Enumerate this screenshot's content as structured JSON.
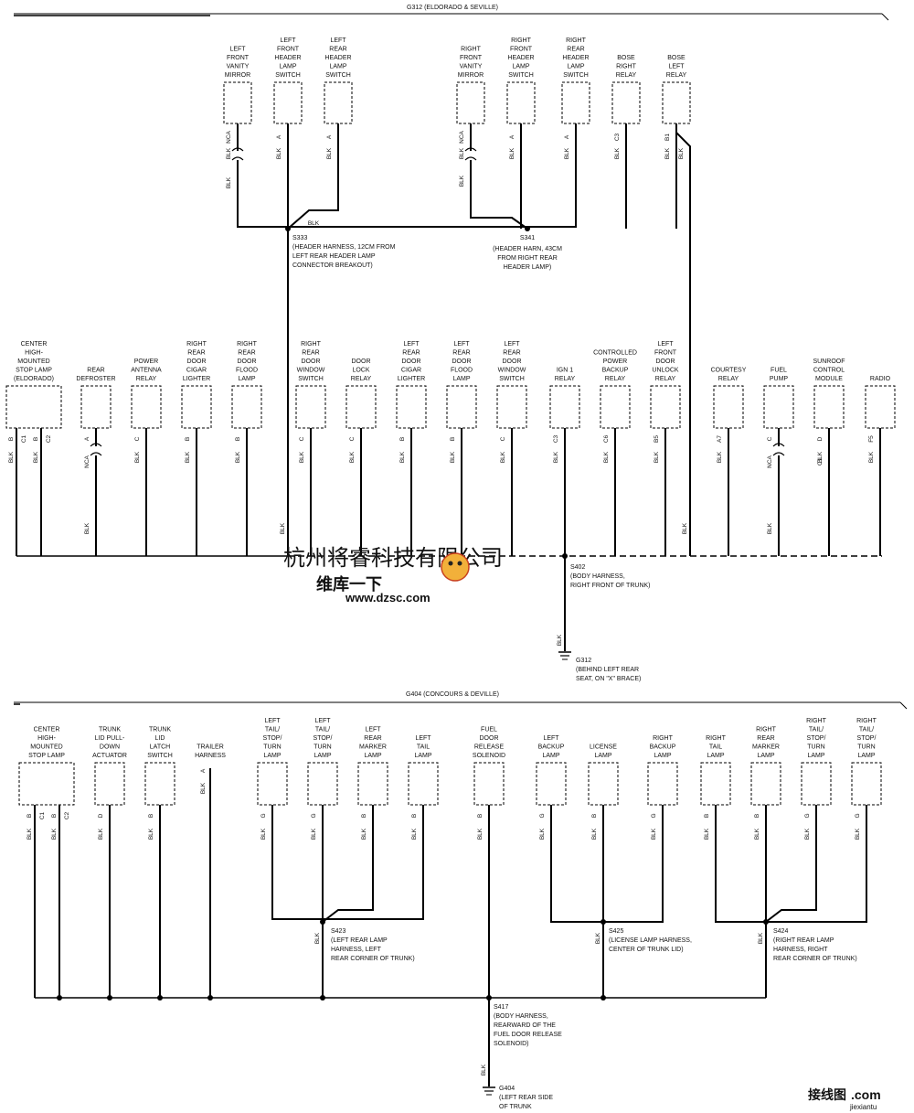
{
  "colors": {
    "wire": "#000000",
    "watermark_gray": "#bcbcbc",
    "watermark_pink": "#e84a8c",
    "watermark_blue": "#1a1a8f",
    "watermark_green": "#3a7a1e",
    "watermark_red": "#cc2a1a"
  },
  "section1": {
    "title": "G312 (ELDORADO & SEVILLE)",
    "top_components": [
      {
        "name": [
          "LEFT",
          "FRONT",
          "VANITY",
          "MIRROR"
        ],
        "pin": "NCA",
        "color": "BLK"
      },
      {
        "name": [
          "LEFT",
          "FRONT",
          "HEADER",
          "LAMP",
          "SWITCH"
        ],
        "pin": "A",
        "color": "BLK"
      },
      {
        "name": [
          "LEFT",
          "REAR",
          "HEADER",
          "LAMP",
          "SWITCH"
        ],
        "pin": "A",
        "color": "BLK"
      },
      {
        "name": [
          "RIGHT",
          "FRONT",
          "VANITY",
          "MIRROR"
        ],
        "pin": "NCA",
        "color": "BLK"
      },
      {
        "name": [
          "RIGHT",
          "FRONT",
          "HEADER",
          "LAMP",
          "SWITCH"
        ],
        "pin": "A",
        "color": "BLK"
      },
      {
        "name": [
          "RIGHT",
          "REAR",
          "HEADER",
          "LAMP",
          "SWITCH"
        ],
        "pin": "A",
        "color": "BLK"
      },
      {
        "name": [
          "BOSE",
          "RIGHT",
          "RELAY"
        ],
        "pin": "C3",
        "color": "BLK"
      },
      {
        "name": [
          "BOSE",
          "LEFT",
          "RELAY"
        ],
        "pin": "B1",
        "color": "BLK"
      }
    ],
    "blk_link": "BLK",
    "blk_extra": [
      "BLK",
      "BLK",
      "BLK"
    ],
    "s333": [
      "S333",
      "(HEADER HARNESS, 12CM FROM",
      "LEFT REAR HEADER LAMP",
      "CONNECTOR BREAKOUT)"
    ],
    "s341": [
      "S341",
      "(HEADER HARN, 43CM",
      "FROM RIGHT REAR",
      "HEADER LAMP)"
    ],
    "mid_components": [
      {
        "name": [
          "CENTER",
          "HIGH-",
          "MOUNTED",
          "STOP LAMP",
          "(ELDORADO)"
        ],
        "pins": [
          "B",
          "C1",
          "B",
          "C2"
        ],
        "color": "BLK"
      },
      {
        "name": [
          "REAR",
          "DEFROSTER"
        ],
        "pin": "A",
        "pin2": "NCA",
        "color": "BLK"
      },
      {
        "name": [
          "POWER",
          "ANTENNA",
          "RELAY"
        ],
        "pin": "C",
        "color": "BLK"
      },
      {
        "name": [
          "RIGHT",
          "REAR",
          "DOOR",
          "CIGAR",
          "LIGHTER"
        ],
        "pin": "B",
        "color": "BLK"
      },
      {
        "name": [
          "RIGHT",
          "REAR",
          "DOOR",
          "FLOOD",
          "LAMP"
        ],
        "pin": "B",
        "color": "BLK"
      },
      {
        "name": [
          "RIGHT",
          "REAR",
          "DOOR",
          "WINDOW",
          "SWITCH"
        ],
        "pin": "C",
        "color": "BLK"
      },
      {
        "name": [
          "DOOR",
          "LOCK",
          "RELAY"
        ],
        "pin": "C",
        "color": "BLK"
      },
      {
        "name": [
          "LEFT",
          "REAR",
          "DOOR",
          "CIGAR",
          "LIGHTER"
        ],
        "pin": "B",
        "color": "BLK"
      },
      {
        "name": [
          "LEFT",
          "REAR",
          "DOOR",
          "FLOOD",
          "LAMP"
        ],
        "pin": "B",
        "color": "BLK"
      },
      {
        "name": [
          "LEFT",
          "REAR",
          "DOOR",
          "WINDOW",
          "SWITCH"
        ],
        "pin": "C",
        "color": "BLK"
      },
      {
        "name": [
          "IGN 1",
          "RELAY"
        ],
        "pin": "C3",
        "color": "BLK"
      },
      {
        "name": [
          "CONTROLLED",
          "POWER",
          "BACKUP",
          "RELAY"
        ],
        "pin": "C6",
        "color": "BLK"
      },
      {
        "name": [
          "LEFT",
          "FRONT",
          "DOOR",
          "UNLOCK",
          "RELAY"
        ],
        "pin": "B5",
        "color": "BLK"
      },
      {
        "name": [
          "COURTESY",
          "RELAY"
        ],
        "pin": "A7",
        "color": "BLK"
      },
      {
        "name": [
          "FUEL",
          "PUMP"
        ],
        "pin": "C",
        "pin2": "NCA",
        "color": "BLK"
      },
      {
        "name": [
          "SUNROOF",
          "CONTROL",
          "MODULE"
        ],
        "pin": "D",
        "pin2": "C1",
        "color": "BLK"
      },
      {
        "name": [
          "RADIO"
        ],
        "pin": "F5",
        "color": "BLK"
      }
    ],
    "s402": [
      "S402",
      "(BODY HARNESS,",
      "RIGHT FRONT OF TRUNK)"
    ],
    "ground_color": "BLK",
    "g312": [
      "G312",
      "(BEHIND LEFT REAR",
      "SEAT, ON \"X\" BRACE)"
    ]
  },
  "section2": {
    "title": "G404 (CONCOURS & DEVILLE)",
    "components": [
      {
        "name": [
          "CENTER",
          "HIGH-",
          "MOUNTED",
          "STOP LAMP"
        ],
        "pins": [
          "B",
          "C1",
          "B",
          "C2"
        ],
        "color": "BLK"
      },
      {
        "name": [
          "TRUNK",
          "LID PULL-",
          "DOWN",
          "ACTUATOR"
        ],
        "pin": "D",
        "color": "BLK"
      },
      {
        "name": [
          "TRUNK",
          "LID",
          "LATCH",
          "SWITCH"
        ],
        "pin": "B",
        "color": "BLK"
      },
      {
        "name": [
          "TRAILER",
          "HARNESS"
        ],
        "pin": "A",
        "color": "BLK"
      },
      {
        "name": [
          "LEFT",
          "TAIL/",
          "STOP/",
          "TURN",
          "LAMP"
        ],
        "pin": "G",
        "color": "BLK"
      },
      {
        "name": [
          "LEFT",
          "TAIL/",
          "STOP/",
          "TURN",
          "LAMP"
        ],
        "pin": "G",
        "color": "BLK"
      },
      {
        "name": [
          "LEFT",
          "REAR",
          "MARKER",
          "LAMP"
        ],
        "pin": "B",
        "color": "BLK"
      },
      {
        "name": [
          "LEFT",
          "TAIL",
          "LAMP"
        ],
        "pin": "B",
        "color": "BLK"
      },
      {
        "name": [
          "FUEL",
          "DOOR",
          "RELEASE",
          "SOLENOID"
        ],
        "pin": "B",
        "color": "BLK"
      },
      {
        "name": [
          "LEFT",
          "BACKUP",
          "LAMP"
        ],
        "pin": "G",
        "color": "BLK"
      },
      {
        "name": [
          "LICENSE",
          "LAMP"
        ],
        "pin": "B",
        "color": "BLK"
      },
      {
        "name": [
          "RIGHT",
          "BACKUP",
          "LAMP"
        ],
        "pin": "G",
        "color": "BLK"
      },
      {
        "name": [
          "RIGHT",
          "TAIL",
          "LAMP"
        ],
        "pin": "B",
        "color": "BLK"
      },
      {
        "name": [
          "RIGHT",
          "REAR",
          "MARKER",
          "LAMP"
        ],
        "pin": "B",
        "color": "BLK"
      },
      {
        "name": [
          "RIGHT",
          "TAIL/",
          "STOP/",
          "TURN",
          "LAMP"
        ],
        "pin": "G",
        "color": "BLK"
      },
      {
        "name": [
          "RIGHT",
          "TAIL/",
          "STOP/",
          "TURN",
          "LAMP"
        ],
        "pin": "G",
        "color": "BLK"
      }
    ],
    "s423": [
      "S423",
      "(LEFT REAR LAMP",
      "HARNESS, LEFT",
      "REAR CORNER OF TRUNK)"
    ],
    "s425": [
      "S425",
      "(LICENSE LAMP HARNESS,",
      "CENTER OF TRUNK LID)"
    ],
    "s424": [
      "S424",
      "(RIGHT REAR LAMP",
      "HARNESS, RIGHT",
      "REAR CORNER OF TRUNK)"
    ],
    "splice_color": "BLK",
    "s417": [
      "S417",
      "(BODY HARNESS,",
      "REARWARD OF THE",
      "FUEL DOOR RELEASE",
      "SOLENOID)"
    ],
    "ground_color": "BLK",
    "g404": [
      "G404",
      "(LEFT REAR SIDE",
      "OF TRUNK"
    ]
  },
  "watermark": {
    "company": "杭州将睿科技有限公司",
    "brand": "维库一下",
    "url": "www.dzsc.com",
    "corner": "接线图",
    "corner_suffix": ".com",
    "corner_sub": "jiexiantu"
  }
}
